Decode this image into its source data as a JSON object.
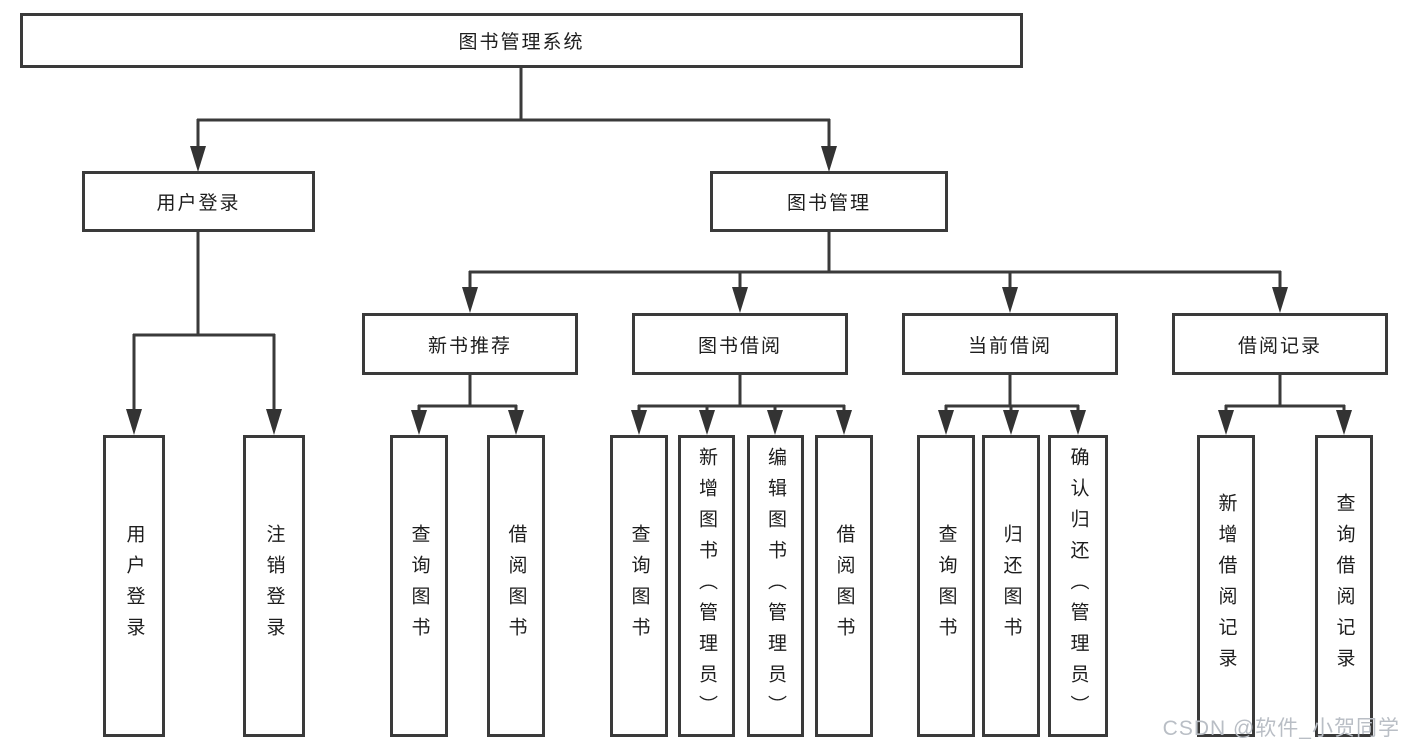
{
  "tree": {
    "root": {
      "label": "图书管理系统",
      "children": [
        {
          "label": "用户登录",
          "children": [
            {
              "label": "用户登录"
            },
            {
              "label": "注销登录"
            }
          ]
        },
        {
          "label": "图书管理",
          "children": [
            {
              "label": "新书推荐",
              "children": [
                {
                  "label": "查询图书"
                },
                {
                  "label": "借阅图书"
                }
              ]
            },
            {
              "label": "图书借阅",
              "children": [
                {
                  "label": "查询图书"
                },
                {
                  "label": "新增图书（管理员）"
                },
                {
                  "label": "编辑图书（管理员）"
                },
                {
                  "label": "借阅图书"
                }
              ]
            },
            {
              "label": "当前借阅",
              "children": [
                {
                  "label": "查询图书"
                },
                {
                  "label": "归还图书"
                },
                {
                  "label": "确认归还（管理员）"
                }
              ]
            },
            {
              "label": "借阅记录",
              "children": [
                {
                  "label": "新增借阅记录"
                },
                {
                  "label": "查询借阅记录"
                }
              ]
            }
          ]
        }
      ]
    }
  },
  "watermark": {
    "text": "CSDN @软件_小贺同学"
  },
  "colors": {
    "line": "#3a3a3a",
    "text": "#1d1d1d",
    "watermark": "#b9bec5",
    "background": "#ffffff"
  }
}
